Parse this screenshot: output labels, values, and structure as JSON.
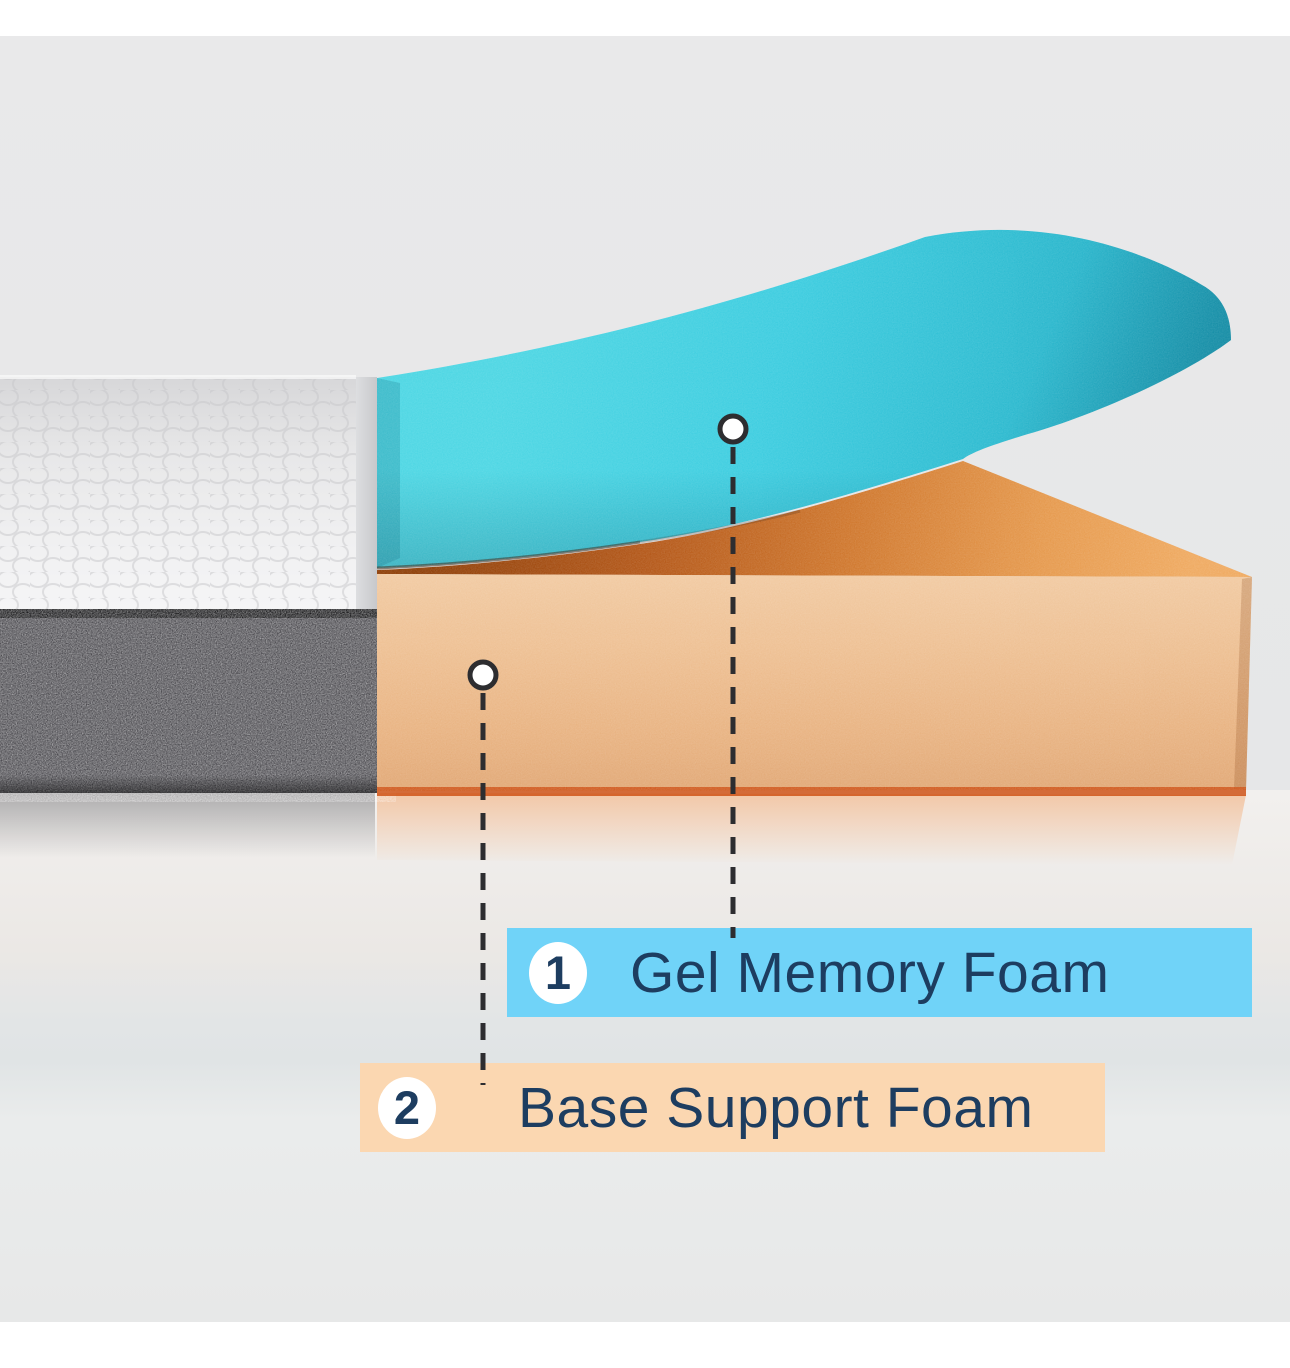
{
  "labels": [
    {
      "number": "1",
      "text": "Gel Memory Foam",
      "band_color": "#70d3f8"
    },
    {
      "number": "2",
      "text": "Base Support Foam",
      "band_color": "#fbd7b1"
    }
  ],
  "colors": {
    "gel_foam_layer": "#3ecde0",
    "base_foam_front": "#edc097",
    "base_foam_top_shadow": "#b05a16",
    "mattress_top_fabric": "#ebebec",
    "mattress_side_fabric": "#4b4a4f",
    "piping": "#1b1b1d",
    "label_text": "#1d3d60",
    "leader_line": "#2d2d30",
    "wall_background": "#e7e7e8",
    "floor_background": "#efeeec",
    "letterbox": "#ffffff"
  }
}
